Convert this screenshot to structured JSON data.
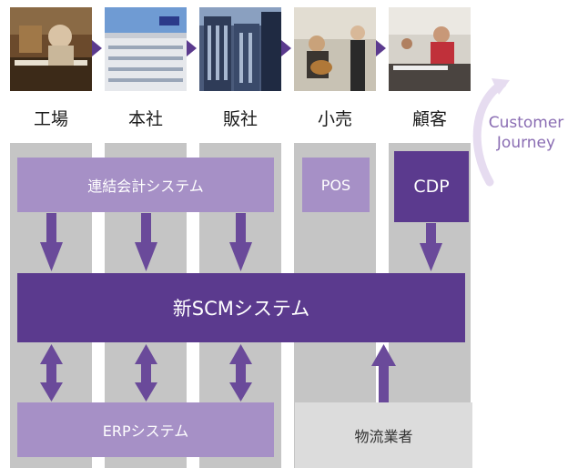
{
  "stages": [
    {
      "id": "factory",
      "label": "工場",
      "photo_icon": "piano-factory-photo"
    },
    {
      "id": "headquarters",
      "label": "本社",
      "photo_icon": "office-building-photo"
    },
    {
      "id": "sales",
      "label": "販社",
      "photo_icon": "city-building-photo"
    },
    {
      "id": "retail",
      "label": "小売",
      "photo_icon": "music-store-photo"
    },
    {
      "id": "customer",
      "label": "顧客",
      "photo_icon": "customer-playing-photo"
    }
  ],
  "customer_journey": {
    "line1": "Customer",
    "line2": "Journey",
    "arrow_icon": "curved-arrow-icon"
  },
  "systems": {
    "consolidated_accounting": "連結会計システム",
    "pos": "POS",
    "cdp": "CDP",
    "new_scm": "新SCMシステム",
    "erp": "ERPシステム",
    "logistics": "物流業者"
  },
  "colors": {
    "dark_purple": "#5b3a8e",
    "light_purple": "#a690c6",
    "column_gray": "#c5c5c5",
    "box_gray": "#dcdcdc",
    "journey_text": "#8a6db3"
  }
}
